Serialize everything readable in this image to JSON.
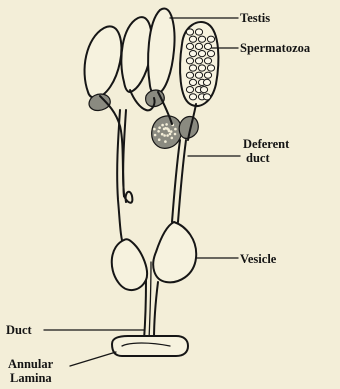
{
  "labels": {
    "testis": "Testis",
    "spermatozoa": "Spermatozoa",
    "deferent_duct_line1": "Deferent",
    "deferent_duct_line2": "duct",
    "vesicle": "Vesicle",
    "duct": "Duct",
    "annular_lamina_line1": "Annular",
    "annular_lamina_line2": "Lamina"
  }
}
